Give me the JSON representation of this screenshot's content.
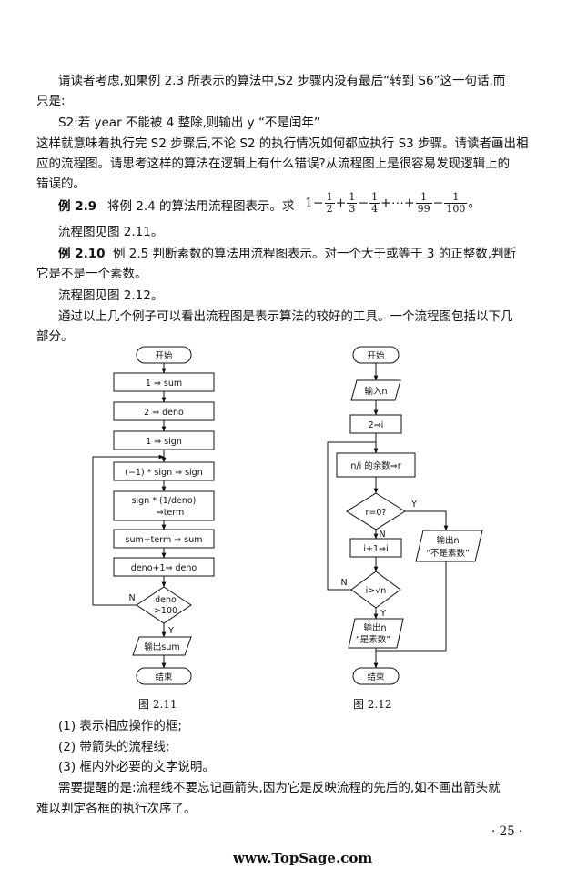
{
  "paragraphs": {
    "p1_line1": "请读者考虑,如果例 2.3 所表示的算法中,S2 步骤内没有最后“转到 S6”这一句话,而",
    "p1_line2": "只是:",
    "s2_line": "S2:若 year 不能被 4 整除,则输出 y “不是闰年”",
    "p2_line1": "这样就意味着执行完 S2 步骤后,不论 S2 的执行情况如何都应执行 S3 步骤。请读者画出相",
    "p2_line2": "应的流程图。请思考这样的算法在逻辑上有什么错误?从流程图上是很容易发现逻辑上的",
    "p2_line3": "错误的。",
    "ex29_label": "例 2.9",
    "ex29_text": "将例 2.4 的算法用流程图表示。求",
    "flow211_ref": "流程图见图 2.11。",
    "ex210_label": "例 2.10",
    "ex210_text": "例 2.5 判断素数的算法用流程图表示。对一个大于或等于 3 的正整数,判断",
    "ex210_line2": "它是不是一个素数。",
    "flow212_ref": "流程图见图 2.12。",
    "p3_line1": "通过以上几个例子可以看出流程图是表示算法的较好的工具。一个流程图包括以下几",
    "p3_line2": "部分。",
    "list1": "(1) 表示相应操作的框;",
    "list2": "(2) 带箭头的流程线;",
    "list3": "(3) 框内外必要的文字说明。",
    "p4_line1": "需要提醒的是:流程线不要忘记画箭头,因为它是反映流程的先后的,如不画出箭头就",
    "p4_line2": "难以判定各框的执行次序了。"
  },
  "formula": {
    "one": "1",
    "minus": "−",
    "plus": "+",
    "ellipsis": "+⋯+",
    "n1": "1",
    "d2": "2",
    "n2": "1",
    "d3": "3",
    "n3": "1",
    "d4": "4",
    "n4": "1",
    "d99": "99",
    "n5": "1",
    "d100": "100",
    "end": "。"
  },
  "fig211": {
    "start": "开始",
    "b1": "1 ⇒ sum",
    "b2": "2 ⇒ deno",
    "b3": "1 ⇒ sign",
    "b4": "(−1) * sign ⇒ sign",
    "b5a": "sign * (1/deno)",
    "b5b": "⇒term",
    "b6": "sum+term ⇒ sum",
    "b7": "deno+1⇒ deno",
    "cond_a": "deno",
    "cond_b": ">100",
    "n": "N",
    "y": "Y",
    "output": "输出sum",
    "end": "结束",
    "caption": "图  2.11"
  },
  "fig212": {
    "start": "开始",
    "input": "输入n",
    "b1": "2⇒i",
    "b2": "n/i 的余数⇒r",
    "cond1": "r=0?",
    "y1": "Y",
    "n1": "N",
    "b3": "i+1⇒i",
    "cond2": "i>√n",
    "n2": "N",
    "y2": "Y",
    "out_not_a": "输出n",
    "out_not_b": "“不是素数”",
    "out_is_a": "输出n",
    "out_is_b": "“是素数”",
    "end": "结束",
    "caption": "图  2.12"
  },
  "page_number": "· 25 ·",
  "footer": "www.TopSage.com"
}
